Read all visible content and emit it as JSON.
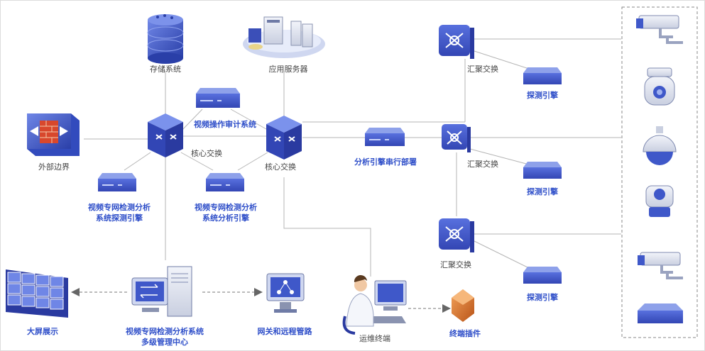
{
  "nodes": {
    "storage": "存储系统",
    "app_server": "应用服务器",
    "border": "外部边界",
    "core_left": "核心交换",
    "core_right": "核心交换",
    "audit": "视频操作审计系统",
    "probe_engine_line1": "视频专网检测分析",
    "probe_engine_line2": "系统探测引擎",
    "analysis_engine_line1": "视频专网检测分析",
    "analysis_engine_line2": "系统分析引擎",
    "serial_deploy": "分析引擎串行部署",
    "agg_top": "汇聚交换",
    "agg_mid": "汇聚交换",
    "agg_bot": "汇聚交换",
    "probe_top": "探测引擎",
    "probe_mid": "探测引擎",
    "probe_bot": "探测引擎",
    "big_screen": "大屏展示",
    "mgmt_line1": "视频专网检测分析系统",
    "mgmt_line2": "多级管理中心",
    "gateway": "网关和远程管路",
    "ops_terminal": "运维终端",
    "terminal_plugin": "终端插件"
  },
  "colors": {
    "accent": "#2f4fc9",
    "device_blue": "#3f58c9",
    "line": "#b5b5b5",
    "plugin": "#d9742a"
  }
}
